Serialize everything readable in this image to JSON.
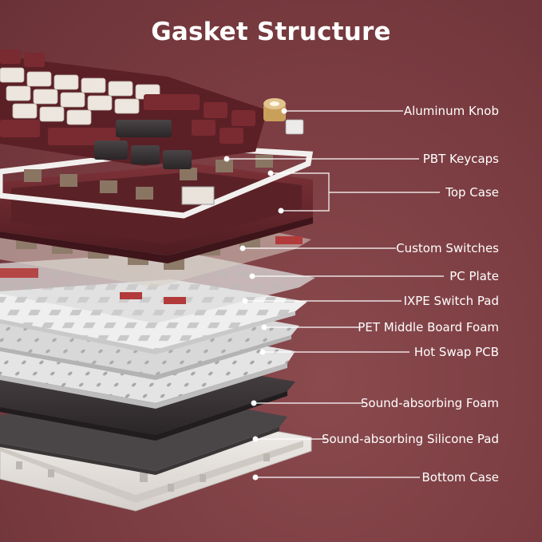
{
  "title": "Gasket Structure",
  "colors": {
    "background": "#7a3c41",
    "burgundy": "#6b2a2f",
    "cream": "#e9e3dc",
    "charcoal": "#2f2d2d",
    "plate": "#d4d4d4",
    "foam": "#cfcfcf",
    "pcb": "#e3e3e3",
    "dark_foam": "#3a3536",
    "bottom_case": "#e6e2de",
    "brass": "#c9a05a",
    "leader_line": "#ffffff"
  },
  "parts": [
    {
      "label": "Aluminum Knob",
      "icon": "knob"
    },
    {
      "label": "PBT Keycaps",
      "icon": "keycap"
    },
    {
      "label": "Top Case",
      "icon": "case"
    },
    {
      "label": "Custom Switches",
      "icon": "switch"
    },
    {
      "label": "PC Plate",
      "icon": "plate"
    },
    {
      "label": "IXPE Switch Pad",
      "icon": "pad"
    },
    {
      "label": "PET Middle Board Foam",
      "icon": "foam"
    },
    {
      "label": "Hot Swap PCB",
      "icon": "pcb"
    },
    {
      "label": "Sound-absorbing Foam",
      "icon": "foam"
    },
    {
      "label": "Sound-absorbing Silicone Pad",
      "icon": "pad"
    },
    {
      "label": "Bottom Case",
      "icon": "case"
    }
  ]
}
